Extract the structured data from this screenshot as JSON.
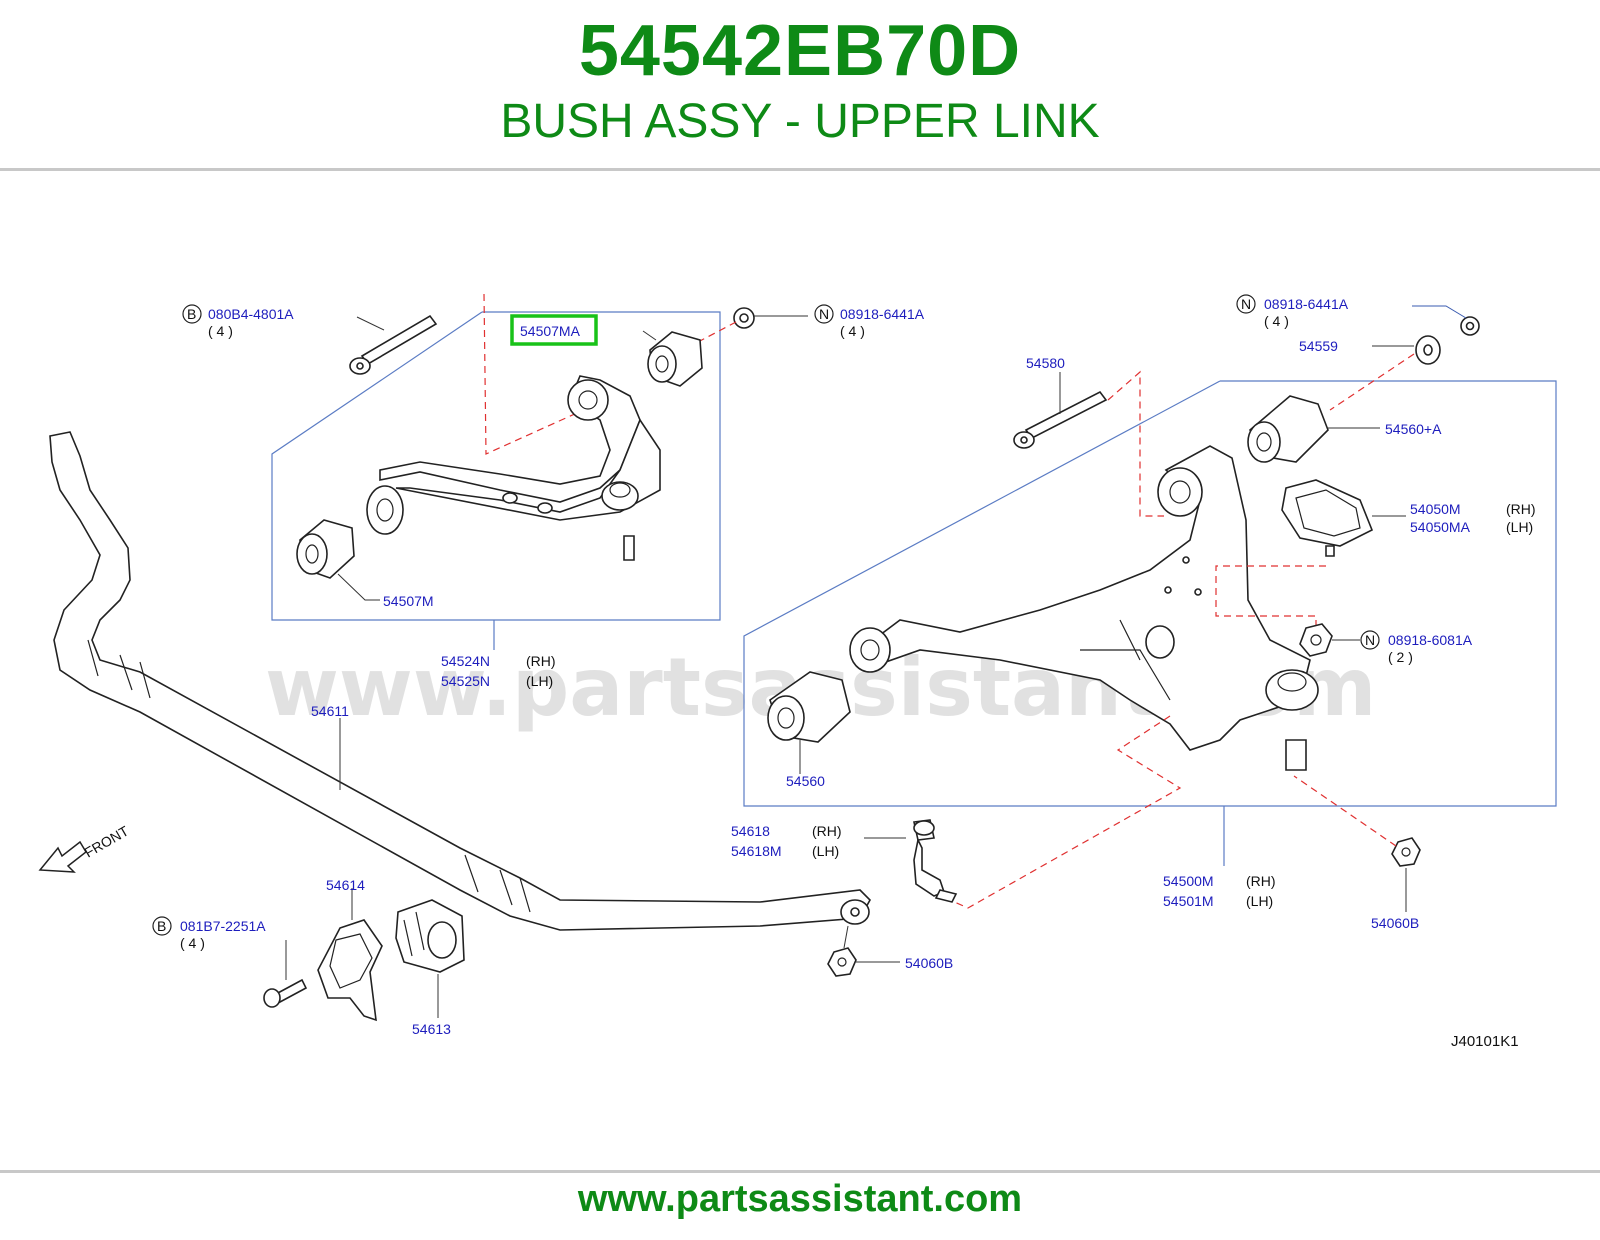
{
  "header": {
    "part_number": "54542EB70D",
    "part_name": "BUSH ASSY - UPPER LINK"
  },
  "watermark": "www.partsassistant.com",
  "footer": {
    "url": "www.partsassistant.com"
  },
  "diagram": {
    "code": "J40101K1",
    "front_label": "FRONT",
    "highlight_color": "#19c219",
    "label_color": "#1d1dbd",
    "callouts": {
      "bolt_upper": {
        "prefix": "B",
        "part": "080B4-4801A",
        "qty": "( 4 )"
      },
      "nut_upper": {
        "prefix": "N",
        "part": "08918-6441A",
        "qty": "( 4 )"
      },
      "bush_upper_a": {
        "part": "54507MA"
      },
      "bush_upper_b": {
        "part": "54507M"
      },
      "upper_link": {
        "rh": "54524N",
        "lh": "54525N",
        "rh_tag": "(RH)",
        "lh_tag": "(LH)"
      },
      "stabilizer": {
        "part": "54611"
      },
      "clamp": {
        "part": "54614"
      },
      "stab_bush": {
        "part": "54613"
      },
      "bolt_clamp": {
        "prefix": "B",
        "part": "081B7-2251A",
        "qty": "( 4 )"
      },
      "stab_link": {
        "rh": "54618",
        "lh": "54618M",
        "rh_tag": "(RH)",
        "lh_tag": "(LH)"
      },
      "nut_link": {
        "part": "54060B"
      },
      "nut_ball": {
        "part": "54060B"
      },
      "nut_lower": {
        "prefix": "N",
        "part": "08918-6441A",
        "qty": "( 4 )"
      },
      "washer": {
        "part": "54559"
      },
      "bolt_lower": {
        "part": "54580"
      },
      "bush_lower_a": {
        "part": "54560+A"
      },
      "bumper": {
        "rh": "54050M",
        "lh": "54050MA",
        "rh_tag": "(RH)",
        "lh_tag": "(LH)"
      },
      "nut_bumper": {
        "prefix": "N",
        "part": "08918-6081A",
        "qty": "( 2 )"
      },
      "bush_lower_b": {
        "part": "54560"
      },
      "lower_link": {
        "rh": "54500M",
        "lh": "54501M",
        "rh_tag": "(RH)",
        "lh_tag": "(LH)"
      }
    }
  }
}
